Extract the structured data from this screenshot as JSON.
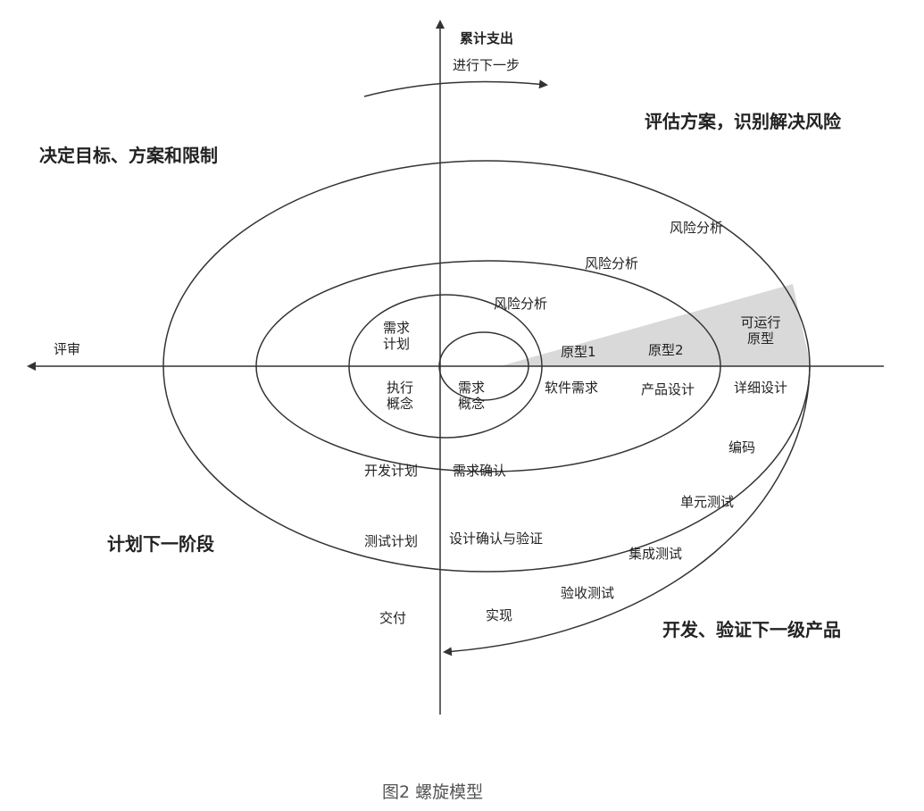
{
  "axes": {
    "vertical_label": "累计支出",
    "horizontal_label": "评审",
    "top_arrow_label": "进行下一步"
  },
  "quadrants": {
    "top_left": "决定目标、方案和限制",
    "top_right": "评估方案，识别解决风险",
    "bottom_left": "计划下一阶段",
    "bottom_right": "开发、验证下一级产品"
  },
  "risk_labels": [
    "风险分析",
    "风险分析",
    "风险分析"
  ],
  "prototypes": {
    "p1": "原型1",
    "p2": "原型2",
    "operational_line1": "可运行",
    "operational_line2": "原型"
  },
  "left_upper": {
    "line1": "需求",
    "line2": "计划"
  },
  "left_lower": {
    "line1": "执行",
    "line2": "概念"
  },
  "center_lower": {
    "line1": "需求",
    "line2": "概念"
  },
  "design_labels": {
    "software_requirements": "软件需求",
    "product_design": "产品设计",
    "detailed_design": "详细设计"
  },
  "plans": {
    "dev_plan": "开发计划",
    "test_plan": "测试计划",
    "delivery": "交付"
  },
  "validations": {
    "requirements_confirm": "需求确认",
    "design_confirm": "设计确认与验证",
    "implementation": "实现"
  },
  "phases": {
    "coding": "编码",
    "unit_test": "单元测试",
    "integration_test": "集成测试",
    "acceptance_test": "验收测试"
  },
  "caption": "图2 螺旋模型",
  "colors": {
    "line": "#333333",
    "shade": "#d9d9d9",
    "text": "#222222"
  }
}
